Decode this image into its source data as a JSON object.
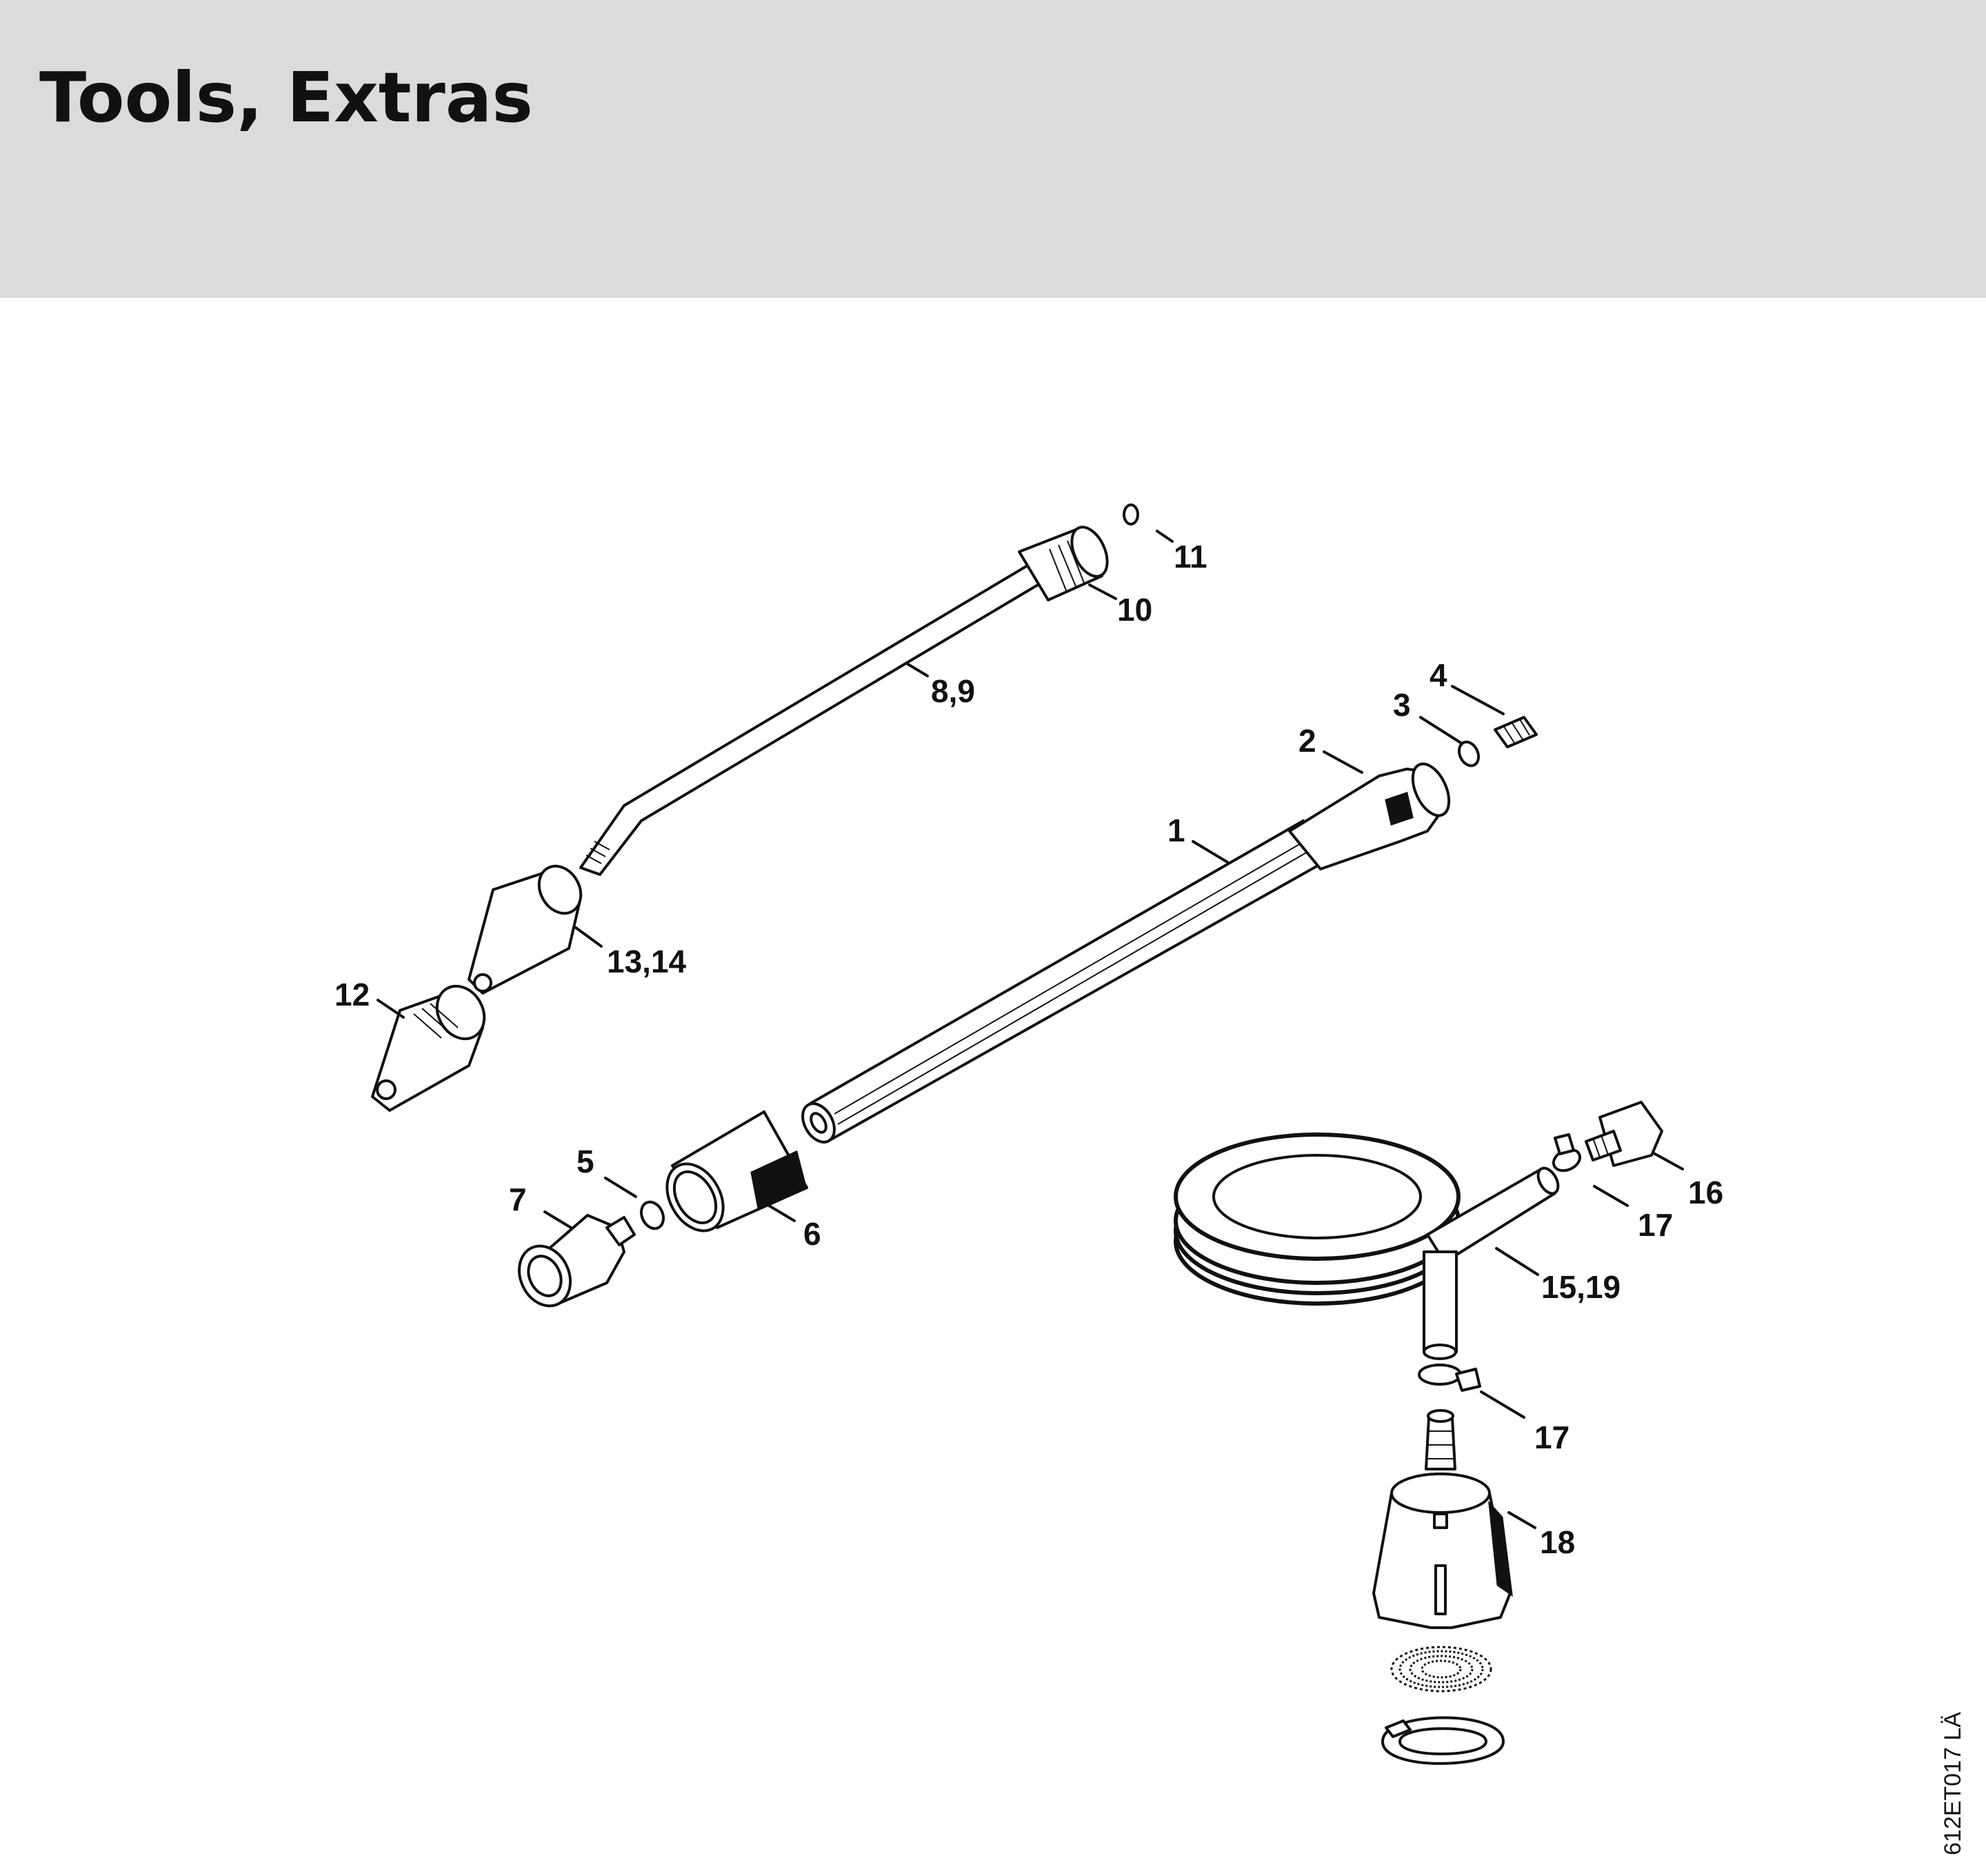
{
  "header": {
    "title": "Tools, Extras"
  },
  "diagram": {
    "reference_code": "612ET017 LÄ",
    "callouts": {
      "c1": "1",
      "c2": "2",
      "c3": "3",
      "c4": "4",
      "c5": "5",
      "c6": "6",
      "c7": "7",
      "c8_9": "8,9",
      "c10": "10",
      "c11": "11",
      "c12": "12",
      "c13_14": "13,14",
      "c15_19": "15,19",
      "c16": "16",
      "c17a": "17",
      "c17b": "17",
      "c18": "18"
    }
  }
}
